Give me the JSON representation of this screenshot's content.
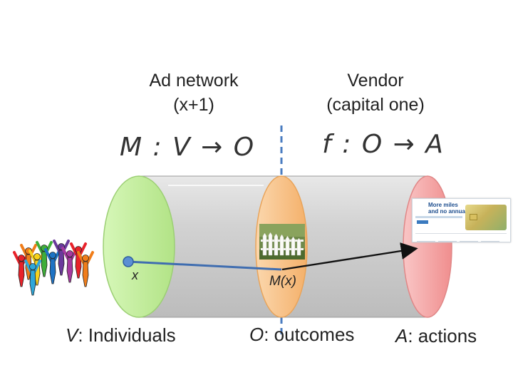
{
  "labels": {
    "ad_network_line1": "Ad network",
    "ad_network_line2": "(x+1)",
    "vendor_line1": "Vendor",
    "vendor_line2": "(capital one)",
    "map_m": "M : V → O",
    "map_f": "f : O → A",
    "x": "x",
    "mx": "M(x)",
    "v_symbol": "V",
    "v_text": ": Individuals",
    "o_symbol": "O",
    "o_text": ": outcomes",
    "a_symbol": "A",
    "a_text": ": actions"
  },
  "ad_card": {
    "headline_line1": "More miles",
    "headline_line2": "and no annual fee"
  },
  "colors": {
    "v_ellipse": "#c6f0a2",
    "o_ellipse": "#f9c893",
    "a_ellipse": "#f7b0b0",
    "cylinder": "#cccccc",
    "arrow_line": "#3f6db0",
    "dashed_line": "#4a7cc0",
    "point": "#5b8fd4"
  },
  "people_colors": [
    "#e8222a",
    "#f07d1a",
    "#f6d11c",
    "#3fae3a",
    "#1e73c4",
    "#6a3a9c",
    "#a63aa0",
    "#e8222a",
    "#f07d1a",
    "#2fa7d9"
  ]
}
